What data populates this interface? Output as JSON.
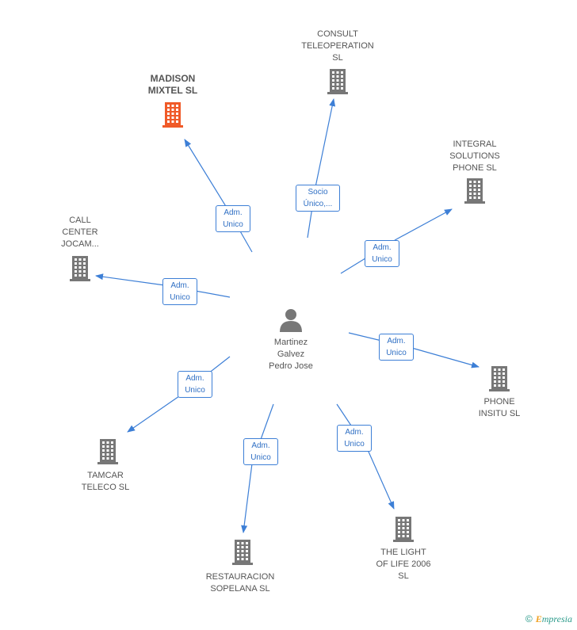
{
  "center": {
    "name": "Martinez\nGalvez\nPedro Jose",
    "icon": "person-icon"
  },
  "nodes": [
    {
      "id": "madison",
      "label": "MADISON\nMIXTEL SL",
      "primary": true,
      "relation": "Adm.\nUnico"
    },
    {
      "id": "consult",
      "label": "CONSULT\nTELEOPERATION\nSL",
      "primary": false,
      "relation": "Socio\nÚnico,..."
    },
    {
      "id": "integral",
      "label": "INTEGRAL\nSOLUTIONS\nPHONE  SL",
      "primary": false,
      "relation": "Adm.\nUnico"
    },
    {
      "id": "callcenter",
      "label": "CALL\nCENTER\nJOCAM...",
      "primary": false,
      "relation": "Adm.\nUnico"
    },
    {
      "id": "phone",
      "label": "PHONE\nINSITU SL",
      "primary": false,
      "relation": "Adm.\nUnico"
    },
    {
      "id": "tamcar",
      "label": "TAMCAR\nTELECO SL",
      "primary": false,
      "relation": "Adm.\nUnico"
    },
    {
      "id": "restauracion",
      "label": "RESTAURACION\nSOPELANA SL",
      "primary": false,
      "relation": "Adm.\nUnico"
    },
    {
      "id": "light",
      "label": "THE LIGHT\nOF LIFE 2006\nSL",
      "primary": false,
      "relation": "Adm.\nUnico"
    }
  ],
  "colors": {
    "edge": "#3d7fd6",
    "building": "#777777",
    "building_primary": "#f05a28",
    "person": "#777777"
  },
  "footer": {
    "copyright": "©",
    "brand_first": "E",
    "brand_rest": "mpresia"
  }
}
